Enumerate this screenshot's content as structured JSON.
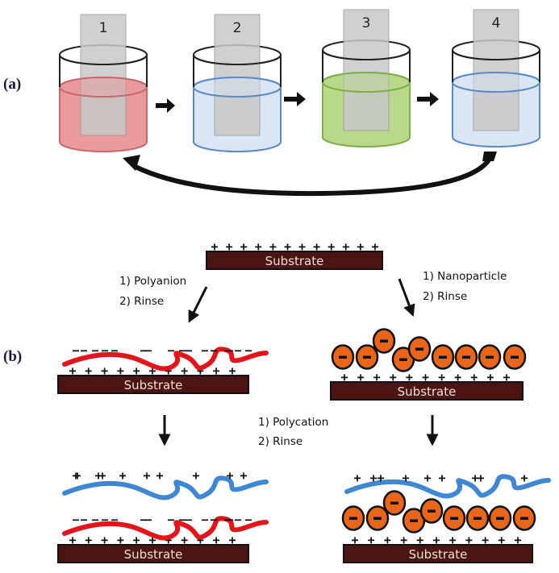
{
  "panel_a": {
    "label": "(a)",
    "beakers": [
      {
        "number": "1",
        "solution_color": "#e89a9c",
        "edge_color": "#c9696c"
      },
      {
        "number": "2",
        "solution_color": "#dbe6f5",
        "edge_color": "#5b88c8"
      },
      {
        "number": "3",
        "solution_color": "#b9d98a",
        "edge_color": "#7fae49"
      },
      {
        "number": "4",
        "solution_color": "#dbe6f5",
        "edge_color": "#5b88c8"
      }
    ]
  },
  "panel_b": {
    "label": "(b)",
    "substrate_label": "Substrate",
    "substrate_color": "#4a1512",
    "polyanion_color": "#e4141b",
    "polycation_color": "#3f86d3",
    "nanoparticle_color": "#e8651a",
    "positive": "+",
    "negative": "−",
    "steps": {
      "polyanion": [
        "1) Polyanion",
        "2) Rinse"
      ],
      "nanoparticle": [
        "1) Nanoparticle",
        "2) Rinse"
      ],
      "polycation": [
        "1) Polycation",
        "2) Rinse"
      ]
    }
  }
}
